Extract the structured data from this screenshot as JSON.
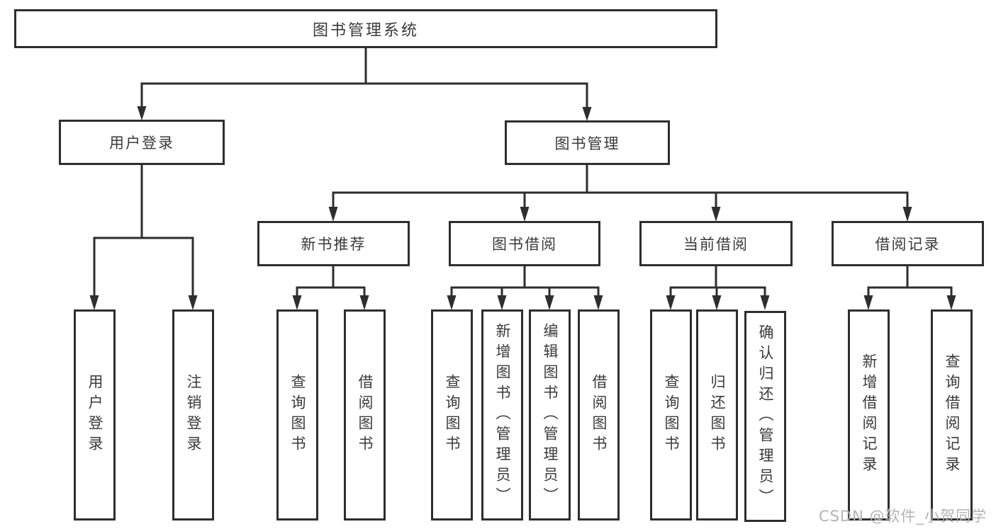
{
  "tree": {
    "label": "图书管理系统",
    "children": [
      {
        "label": "用户登录",
        "children": [
          {
            "label": "用户登录"
          },
          {
            "label": "注销登录"
          }
        ]
      },
      {
        "label": "图书管理",
        "children": [
          {
            "label": "新书推荐",
            "children": [
              {
                "label": "查询图书"
              },
              {
                "label": "借阅图书"
              }
            ]
          },
          {
            "label": "图书借阅",
            "children": [
              {
                "label": "查询图书"
              },
              {
                "label": "新增图书（管理员）"
              },
              {
                "label": "编辑图书（管理员）"
              },
              {
                "label": "借阅图书"
              }
            ]
          },
          {
            "label": "当前借阅",
            "children": [
              {
                "label": "查询图书"
              },
              {
                "label": "归还图书"
              },
              {
                "label": "确认归还（管理员）"
              }
            ]
          },
          {
            "label": "借阅记录",
            "children": [
              {
                "label": "新增借阅记录"
              },
              {
                "label": "查询借阅记录"
              }
            ]
          }
        ]
      }
    ]
  },
  "watermark": {
    "text": "CSDN @软件_小贺同学",
    "color": "#b3b3b3"
  },
  "colors": {
    "line": "#2e2e2e",
    "text": "#3a3a3a",
    "background": "#ffffff"
  }
}
